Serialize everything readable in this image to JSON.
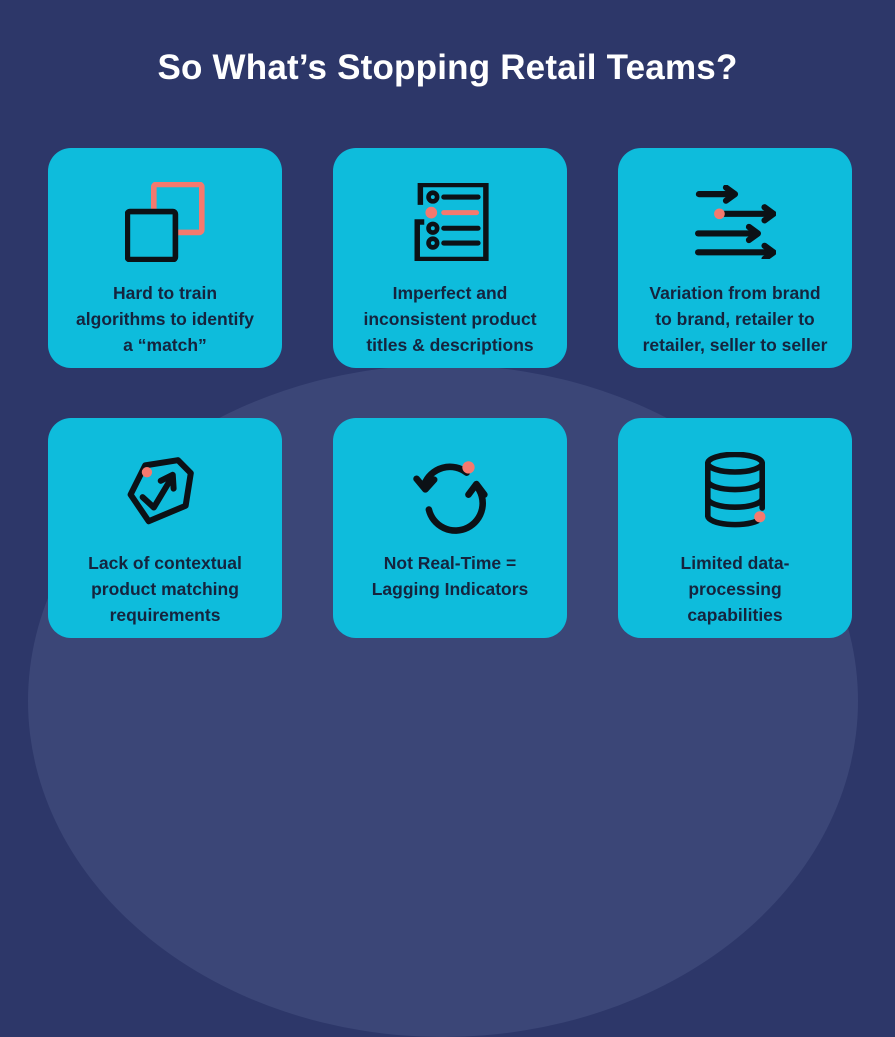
{
  "header": {
    "title": "So What’s Stopping Retail Teams?"
  },
  "cards": [
    {
      "icon": "overlapping-squares-icon",
      "label": "Hard to train\nalgorithms to identify\na “match”"
    },
    {
      "icon": "checklist-icon",
      "label": "Imperfect and\ninconsistent product\ntitles & descriptions"
    },
    {
      "icon": "arrows-variation-icon",
      "label": "Variation from brand\nto brand, retailer to\nretailer, seller to seller"
    },
    {
      "icon": "tag-arrow-icon",
      "label": "Lack of contextual\nproduct matching\nrequirements"
    },
    {
      "icon": "sync-arrows-icon",
      "label": "Not Real-Time =\nLagging Indicators"
    },
    {
      "icon": "database-icon",
      "label": "Limited data-\nprocessing\ncapabilities"
    }
  ],
  "colors": {
    "background": "#2d3769",
    "background_circle": "#3b4677",
    "card": "#0ebcdc",
    "accent_salmon": "#f5796e",
    "icon_black": "#0c1116",
    "card_text": "#15243e",
    "title_text": "#ffffff"
  }
}
